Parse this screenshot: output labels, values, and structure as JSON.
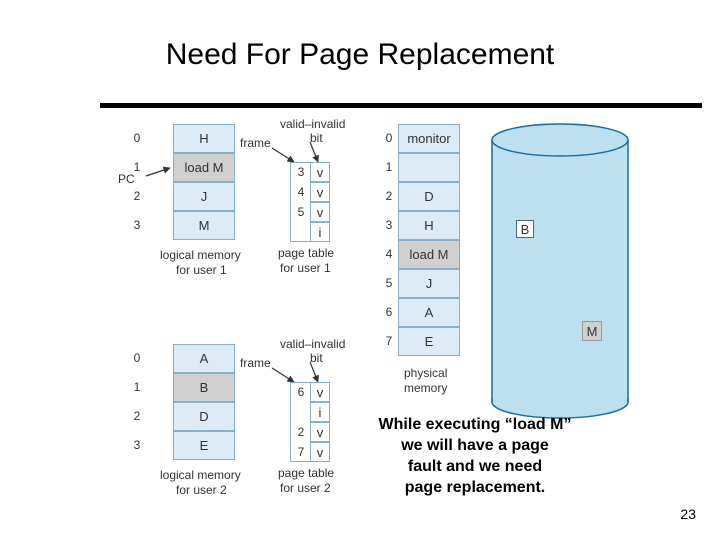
{
  "slide": {
    "title": "Need For Page Replacement",
    "page_number": "23",
    "caption_lines": [
      "While executing “load M”",
      "we will have a page",
      "fault and we need",
      "page replacement."
    ]
  },
  "labels": {
    "frame": "frame",
    "valid_invalid_1": "valid–invalid",
    "bit": "bit",
    "pc": "PC",
    "logical_memory": "logical memory",
    "for_user_1": "for user 1",
    "for_user_2": "for user 2",
    "page_table": "page table",
    "physical_1": "physical",
    "physical_2": "memory"
  },
  "user1": {
    "indices": [
      "0",
      "1",
      "2",
      "3"
    ],
    "pages": [
      "H",
      "load M",
      "J",
      "M"
    ],
    "page_table": [
      {
        "frame": "3",
        "bit": "v"
      },
      {
        "frame": "4",
        "bit": "v"
      },
      {
        "frame": "5",
        "bit": "v"
      },
      {
        "frame": "",
        "bit": "i"
      }
    ]
  },
  "user2": {
    "indices": [
      "0",
      "1",
      "2",
      "3"
    ],
    "pages": [
      "A",
      "B",
      "D",
      "E"
    ],
    "page_table": [
      {
        "frame": "6",
        "bit": "v"
      },
      {
        "frame": "",
        "bit": "i"
      },
      {
        "frame": "2",
        "bit": "v"
      },
      {
        "frame": "7",
        "bit": "v"
      }
    ]
  },
  "physical_memory": {
    "indices": [
      "0",
      "1",
      "2",
      "3",
      "4",
      "5",
      "6",
      "7"
    ],
    "frames": [
      "monitor",
      "",
      "D",
      "H",
      "load M",
      "J",
      "A",
      "E"
    ]
  },
  "disk": {
    "items": [
      "B",
      "M"
    ],
    "fill_color": "#bde0f0",
    "stroke_color": "#1a6ea0"
  },
  "colors": {
    "cell_fill": "#dcebf6",
    "cell_highlight": "#d0d0d0",
    "cell_border": "#8ab0c9"
  }
}
